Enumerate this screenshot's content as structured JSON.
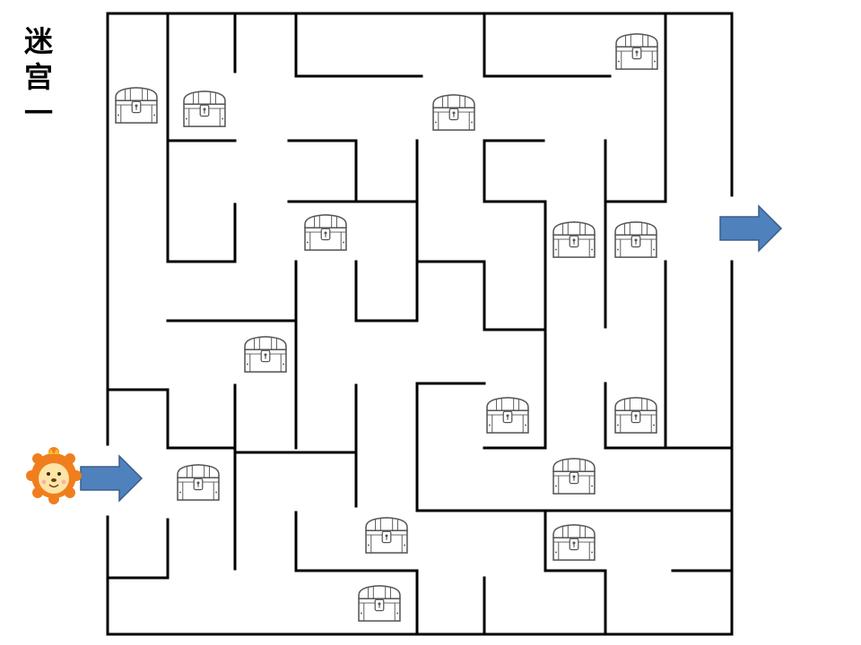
{
  "title": {
    "chars": [
      "迷",
      "宫",
      "一"
    ]
  },
  "colors": {
    "wall": "#000000",
    "arrow_fill": "#4f81bd",
    "arrow_stroke": "#385d8a",
    "chest_stroke": "#555555",
    "lion_mane": "#f07e1e",
    "lion_face": "#fde5a6"
  },
  "icons": {
    "player": "lion-icon",
    "collectible": "treasure-chest-icon",
    "entry": "arrow-right-icon",
    "exit": "arrow-right-icon"
  }
}
